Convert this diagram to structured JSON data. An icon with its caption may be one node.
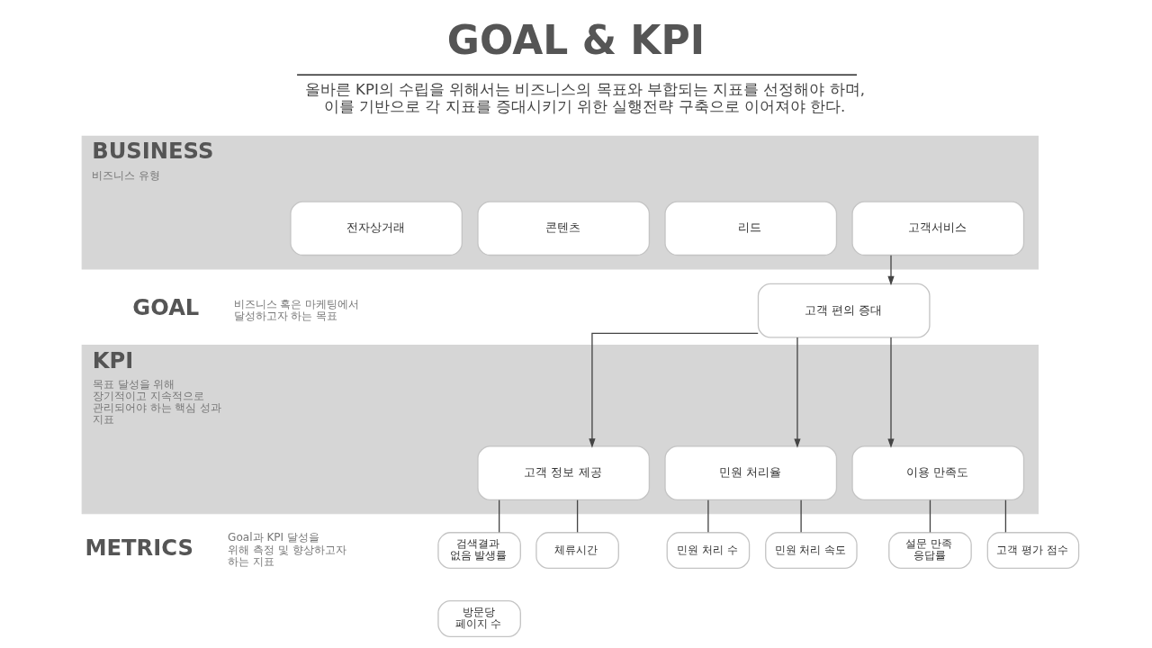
{
  "diagram": {
    "title": "GOAL & KPI",
    "caption": "올바른 KPI의 수립을 위해서는 비즈니스의 목표와 부합되는 지표를 선정해야 하며, 이를 기반으로 각 지표를 증대시키기 위한 실행전략 구축으로 이어져야 한다.",
    "nodes": [
      {
        "text": [
          "BUSINESS",
          "비즈니스 유형"
        ]
      },
      {
        "text": [
          "전자상거래"
        ],
        "in": 0
      },
      {
        "text": [
          "콘텐츠"
        ],
        "in": 0
      },
      {
        "text": [
          "리드"
        ],
        "in": 0
      },
      {
        "text": [
          "고객서비스"
        ],
        "in": 0
      },
      {
        "text": [
          "고객 편의 증대"
        ]
      },
      {
        "text": [
          "KPI",
          "목표 달성을 위해 장기적이고 지속적으로 관리되어야 하는 핵심 성과 지표"
        ]
      },
      {
        "text": [
          "고객 정보 제공"
        ],
        "in": 6
      },
      {
        "text": [
          "민원 처리율"
        ],
        "in": 6
      },
      {
        "text": [
          "이용 만족도"
        ],
        "in": 6
      },
      {
        "text": [
          "검색결과 없음 발생률"
        ]
      },
      {
        "text": [
          "체류시간"
        ]
      },
      {
        "text": [
          "민원 처리 수"
        ]
      },
      {
        "text": [
          "민원 처리 속도"
        ]
      },
      {
        "text": [
          "설문 만족 응답률"
        ]
      },
      {
        "text": [
          "고객 평가 점수"
        ]
      },
      {
        "text": [
          "방문당 페이지 수"
        ]
      }
    ],
    "edges": [
      {
        "from": 4,
        "to": 5,
        "arrow": "to"
      },
      {
        "from": 5,
        "to": 7,
        "arrow": "to"
      },
      {
        "from": 5,
        "to": 8,
        "arrow": "to"
      },
      {
        "from": 5,
        "to": 9,
        "arrow": "to"
      },
      {
        "from": 7,
        "to": 10,
        "arrow": "none"
      },
      {
        "from": 7,
        "to": 11,
        "arrow": "none"
      },
      {
        "from": 8,
        "to": 12,
        "arrow": "none"
      },
      {
        "from": 8,
        "to": 13,
        "arrow": "none"
      },
      {
        "from": 9,
        "to": 14,
        "arrow": "none"
      },
      {
        "from": 9,
        "to": 15,
        "arrow": "none"
      }
    ],
    "labels": [
      "GOAL",
      "비즈니스 혹은 마케팅에서 달성하고자 하는 목표",
      "METRICS",
      "Goal과 KPI 달성을 위해 측정 및 향상하고자 하는 지표"
    ]
  }
}
